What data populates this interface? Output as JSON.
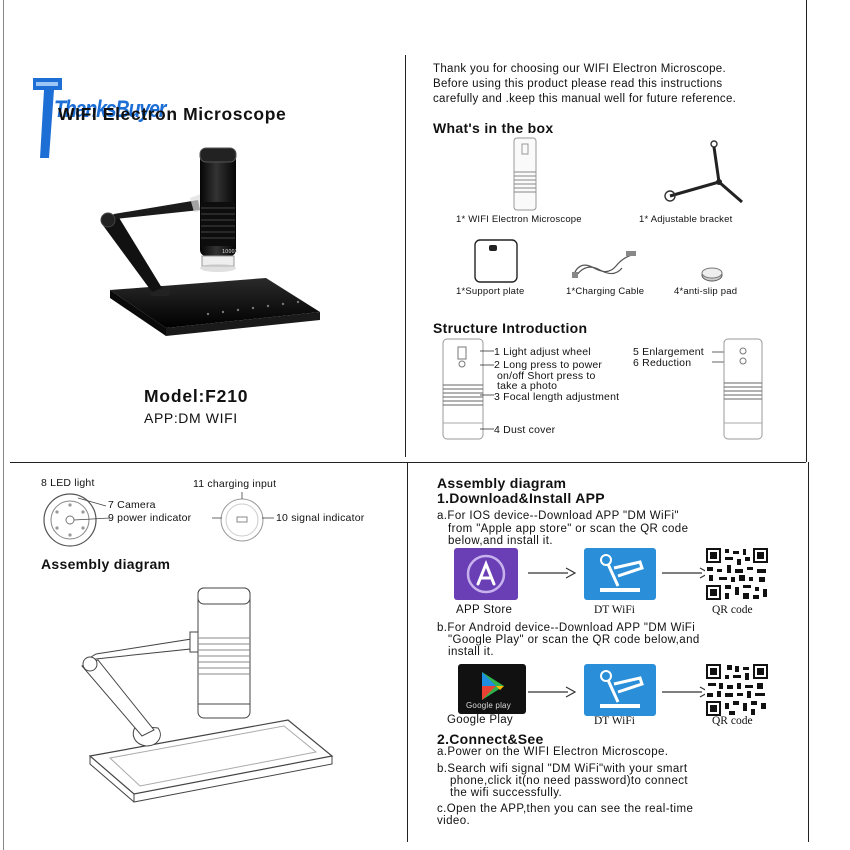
{
  "brand": {
    "logo_text": "ThanksBuyer"
  },
  "cover": {
    "title": "WIFI Electron Microscope",
    "model": "Model:F210",
    "app": "APP:DM WIFI",
    "scope_label": "1000X"
  },
  "intro": {
    "lines": [
      "Thank you for choosing our WIFI Electron Microscope.",
      "Before using this product please read this instructions",
      "carefully and .keep this manual well for future reference."
    ]
  },
  "box": {
    "heading": "What's in the box",
    "items": [
      "1* WIFI Electron Microscope",
      "1* Adjustable bracket",
      "1*Support plate",
      "1*Charging Cable",
      "4*anti-slip pad"
    ]
  },
  "structure": {
    "heading": "Structure Introduction",
    "labels": [
      "1 Light adjust wheel",
      "2 Long press to power",
      "on/off  Short press to",
      "take a photo",
      "3 Focal length adjustment",
      "4 Dust cover",
      "5  Enlargement",
      "6  Reduction"
    ]
  },
  "bottom_view": {
    "labels": [
      "8  LED light",
      "11 charging input",
      "7  Camera",
      "9 power indicator",
      "10 signal indicator"
    ]
  },
  "assembly_left": {
    "heading": "Assembly diagram"
  },
  "assembly_right": {
    "heading": "Assembly diagram",
    "step1": "1.Download&Install APP",
    "ios_lines": [
      "a.For IOS device--Download APP \"DM WiFi\"",
      "from \"Apple app store\" or scan the QR code",
      "below,and install it."
    ],
    "android_lines": [
      "b.For Android device--Download APP \"DM WiFi",
      "\"Google Play\" or scan the QR code below,and",
      "install it."
    ],
    "row1_labels": [
      "APP Store",
      "DT WiFi",
      "QR code"
    ],
    "row2_labels": [
      "Google Play",
      "DT WiFi",
      "QR code"
    ],
    "google_tile_text": "Google play",
    "step2": "2.Connect&See",
    "connect_lines": [
      "a.Power on the WIFI Electron Microscope.",
      "b.Search wifi signal \"DM WiFi\"with your smart",
      "phone,click it(no need password)to connect",
      "the wifi successfully.",
      "c.Open the APP,then you can see the real-time",
      "video."
    ]
  },
  "colors": {
    "ios_tile": "#6a3fb5",
    "dtwifi_tile": "#2a8fd8",
    "logo_blue": "#1d6fd6",
    "scope_black": "#111111"
  }
}
